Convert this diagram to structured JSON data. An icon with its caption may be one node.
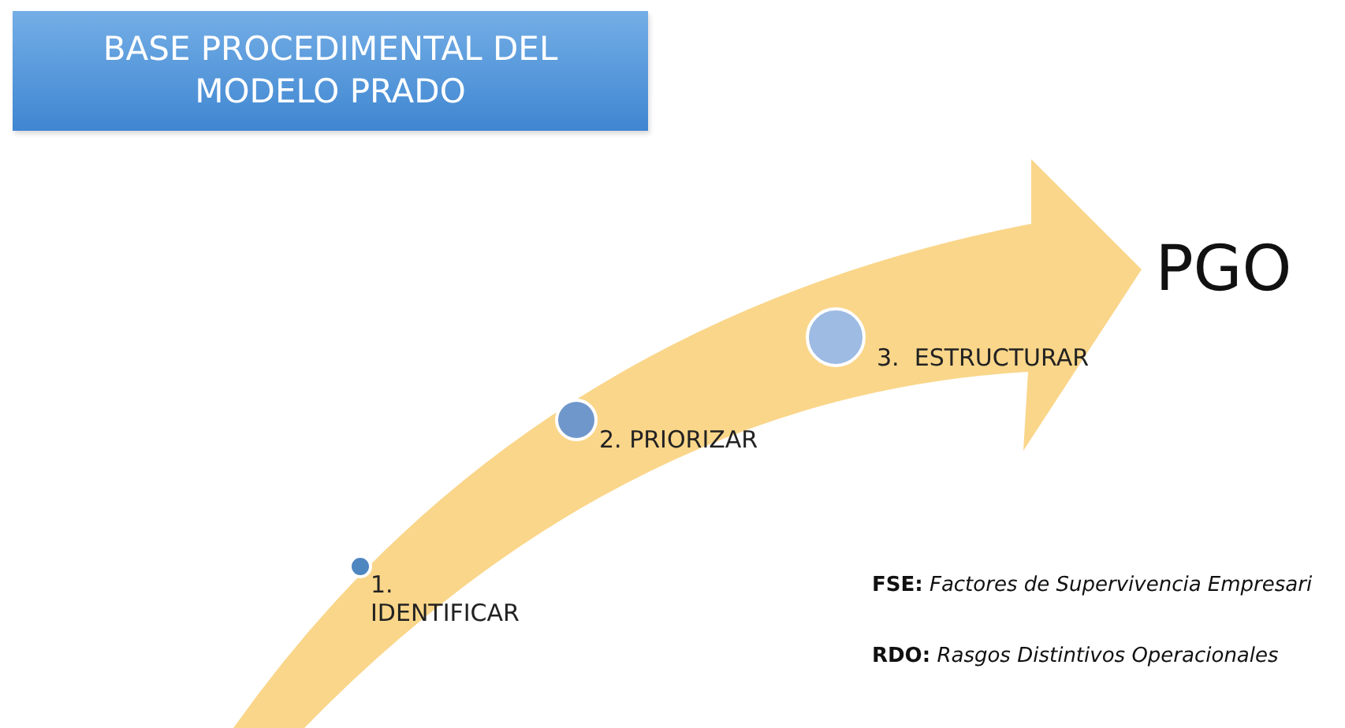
{
  "diagram": {
    "nodes": [
      {
        "text": [
          "BASE PROCEDIMENTAL DEL MODELO PRADO"
        ]
      },
      {
        "text": [],
        "shape": "circle",
        "beside": [
          "1. IDENTIFICAR"
        ]
      },
      {
        "text": [],
        "shape": "circle",
        "beside": [
          "2. PRIORIZAR"
        ]
      },
      {
        "text": [],
        "shape": "circle",
        "beside": [
          "3.  ESTRUCTURAR"
        ]
      },
      {
        "text": [
          "PGO"
        ]
      }
    ],
    "edges": [
      {
        "from": null,
        "to": 4,
        "arrow": "to",
        "style": "thick",
        "color": "#fad68a"
      }
    ],
    "labels": [
      "**FSE:** *Factores de Supervivencia Empresari*",
      "**RDO:** *Rasgos Distintivos Operacionales*"
    ]
  }
}
